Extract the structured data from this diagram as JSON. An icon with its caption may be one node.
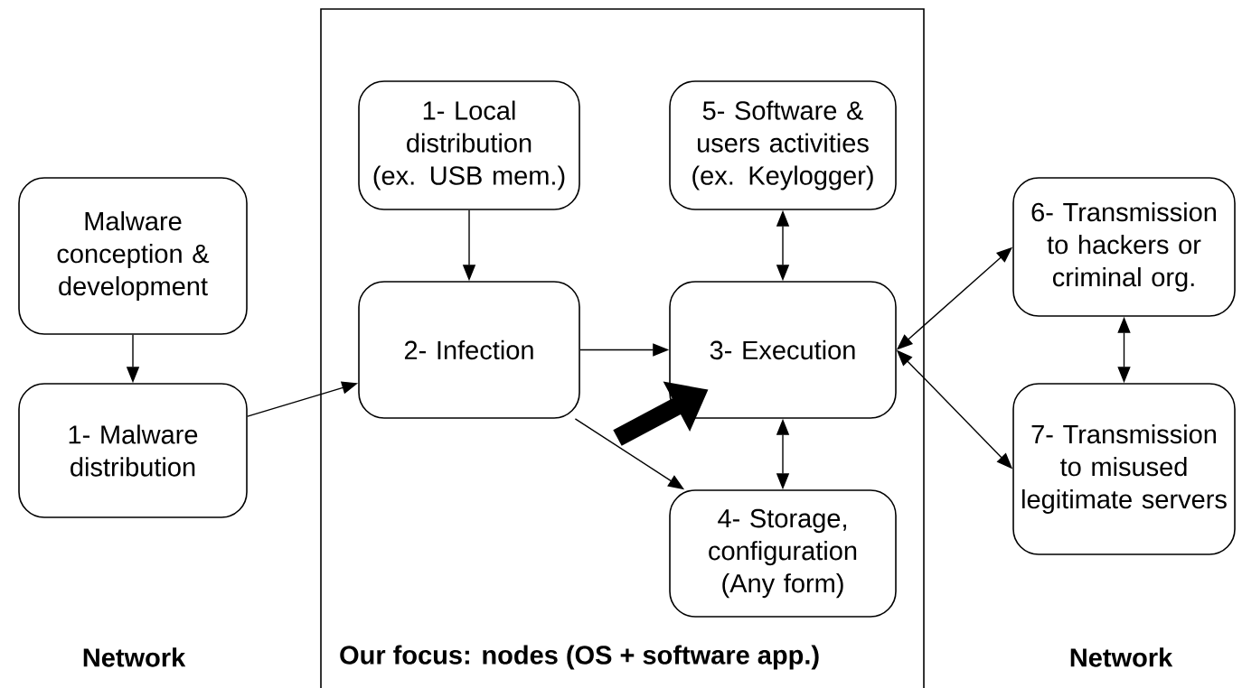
{
  "diagram": {
    "nodes": [
      {
        "text": [
          "Our focus: nodes (OS + software app.)"
        ]
      },
      {
        "text": [
          "Malware conception & development"
        ]
      },
      {
        "text": [
          "1- Malware distribution"
        ]
      },
      {
        "text": [
          "1- Local distribution (ex. USB mem.)"
        ],
        "in": 0
      },
      {
        "text": [
          "5- Software & users activities (ex. Keylogger)"
        ],
        "in": 0
      },
      {
        "text": [
          "2- Infection"
        ],
        "in": 0
      },
      {
        "text": [
          "3- Execution"
        ],
        "in": 0
      },
      {
        "text": [
          "4- Storage, configuration (Any form)"
        ],
        "in": 0
      },
      {
        "text": [
          "6- Transmission to hackers or criminal org."
        ]
      },
      {
        "text": [
          "7- Transmission to misused legitimate servers"
        ]
      }
    ],
    "edges": [
      {
        "from": 1,
        "to": 2,
        "arrow": "to"
      },
      {
        "from": 2,
        "to": 5,
        "arrow": "to"
      },
      {
        "from": 3,
        "to": 5,
        "arrow": "to"
      },
      {
        "from": 5,
        "to": 6,
        "arrow": "to"
      },
      {
        "from": 5,
        "to": 7,
        "arrow": "to"
      },
      {
        "from": 4,
        "to": 6,
        "arrow": "both"
      },
      {
        "from": 6,
        "to": 7,
        "arrow": "both"
      },
      {
        "from": 6,
        "to": 8,
        "arrow": "both"
      },
      {
        "from": 6,
        "to": 9,
        "arrow": "both"
      },
      {
        "from": 8,
        "to": 9,
        "arrow": "both"
      },
      {
        "from": null,
        "to": 6,
        "arrow": "to",
        "style": "thick"
      }
    ],
    "labels": [
      "Network",
      "Network"
    ]
  }
}
